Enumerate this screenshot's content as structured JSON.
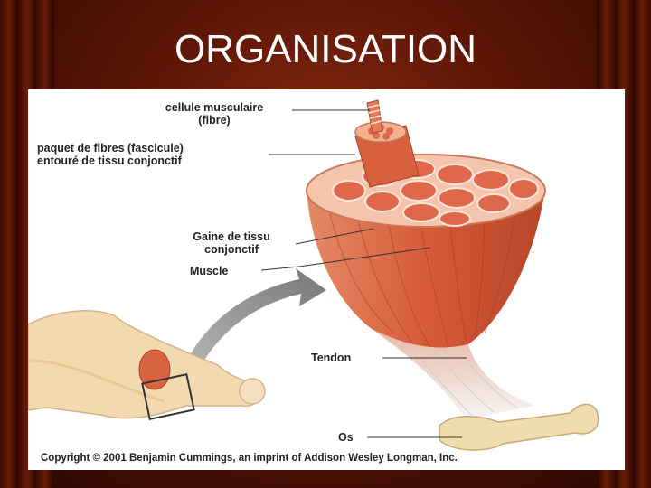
{
  "slide": {
    "title": "ORGANISATION"
  },
  "diagram": {
    "labels": {
      "fiber": {
        "line1": "cellule musculaire",
        "line2": "(fibre)"
      },
      "fascicle": {
        "line1": "paquet de fibres (fascicule)",
        "line2": "entouré de tissu conjonctif"
      },
      "sheath": {
        "line1": "Gaine de tissu",
        "line2": "conjonctif"
      },
      "muscle": "Muscle",
      "tendon": "Tendon",
      "bone": "Os"
    },
    "copyright": "Copyright © 2001 Benjamin Cummings, an imprint of Addison Wesley Longman, Inc."
  },
  "colors": {
    "background": "#5a1506",
    "muscle": "#d9603d",
    "tissue": "#f2b08f",
    "tendon": "#eeeeee",
    "bone": "#f1dcae"
  }
}
